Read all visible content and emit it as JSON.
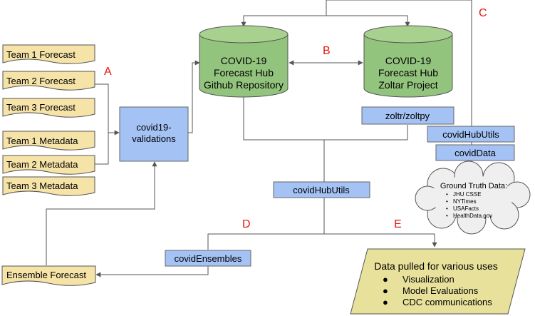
{
  "teams": [
    {
      "id": "team1-forecast",
      "label": "Team 1 Forecast"
    },
    {
      "id": "team2-forecast",
      "label": "Team 2 Forecast"
    },
    {
      "id": "team3-forecast",
      "label": "Team 3 Forecast"
    },
    {
      "id": "team1-metadata",
      "label": "Team 1 Metadata"
    },
    {
      "id": "team2-metadata",
      "label": "Team 2 Metadata"
    },
    {
      "id": "team3-metadata",
      "label": "Team 3 Metadata"
    }
  ],
  "validations": {
    "line1": "covid19-",
    "line2": "validations"
  },
  "repos": {
    "github": {
      "line1": "COVID-19",
      "line2": "Forecast Hub",
      "line3": "Github Repository"
    },
    "zoltar": {
      "line1": "COVID-19",
      "line2": "Forecast Hub",
      "line3": "Zoltar Project"
    }
  },
  "tools": {
    "zoltpy": "zoltr/zoltpy",
    "hub_utils_right": "covidHubUtils",
    "covid_data": "covidData",
    "hub_utils_center": "covidHubUtils",
    "ensembles": "covidEnsembles"
  },
  "ground_truth": {
    "title": "Ground Truth Data:",
    "bullet": "•",
    "items": [
      "JHU CSSE",
      "NYTimes",
      "USAFacts",
      "HealthData.gov"
    ]
  },
  "ensemble_forecast": "Ensemble Forecast",
  "uses": {
    "title": "Data pulled for various uses",
    "bullet": "●",
    "items": [
      "Visualization",
      "Model Evaluations",
      "CDC communications"
    ]
  },
  "markers": {
    "a": "A",
    "b": "B",
    "c": "C",
    "d": "D",
    "e": "E"
  },
  "colors": {
    "doc_fill": "#f5e3a8",
    "tool_fill": "#a4c2f4",
    "repo_fill": "#93c47d",
    "uses_fill": "#e8e19b",
    "cloud_fill": "#efefef",
    "marker_red": "#e3170a"
  }
}
